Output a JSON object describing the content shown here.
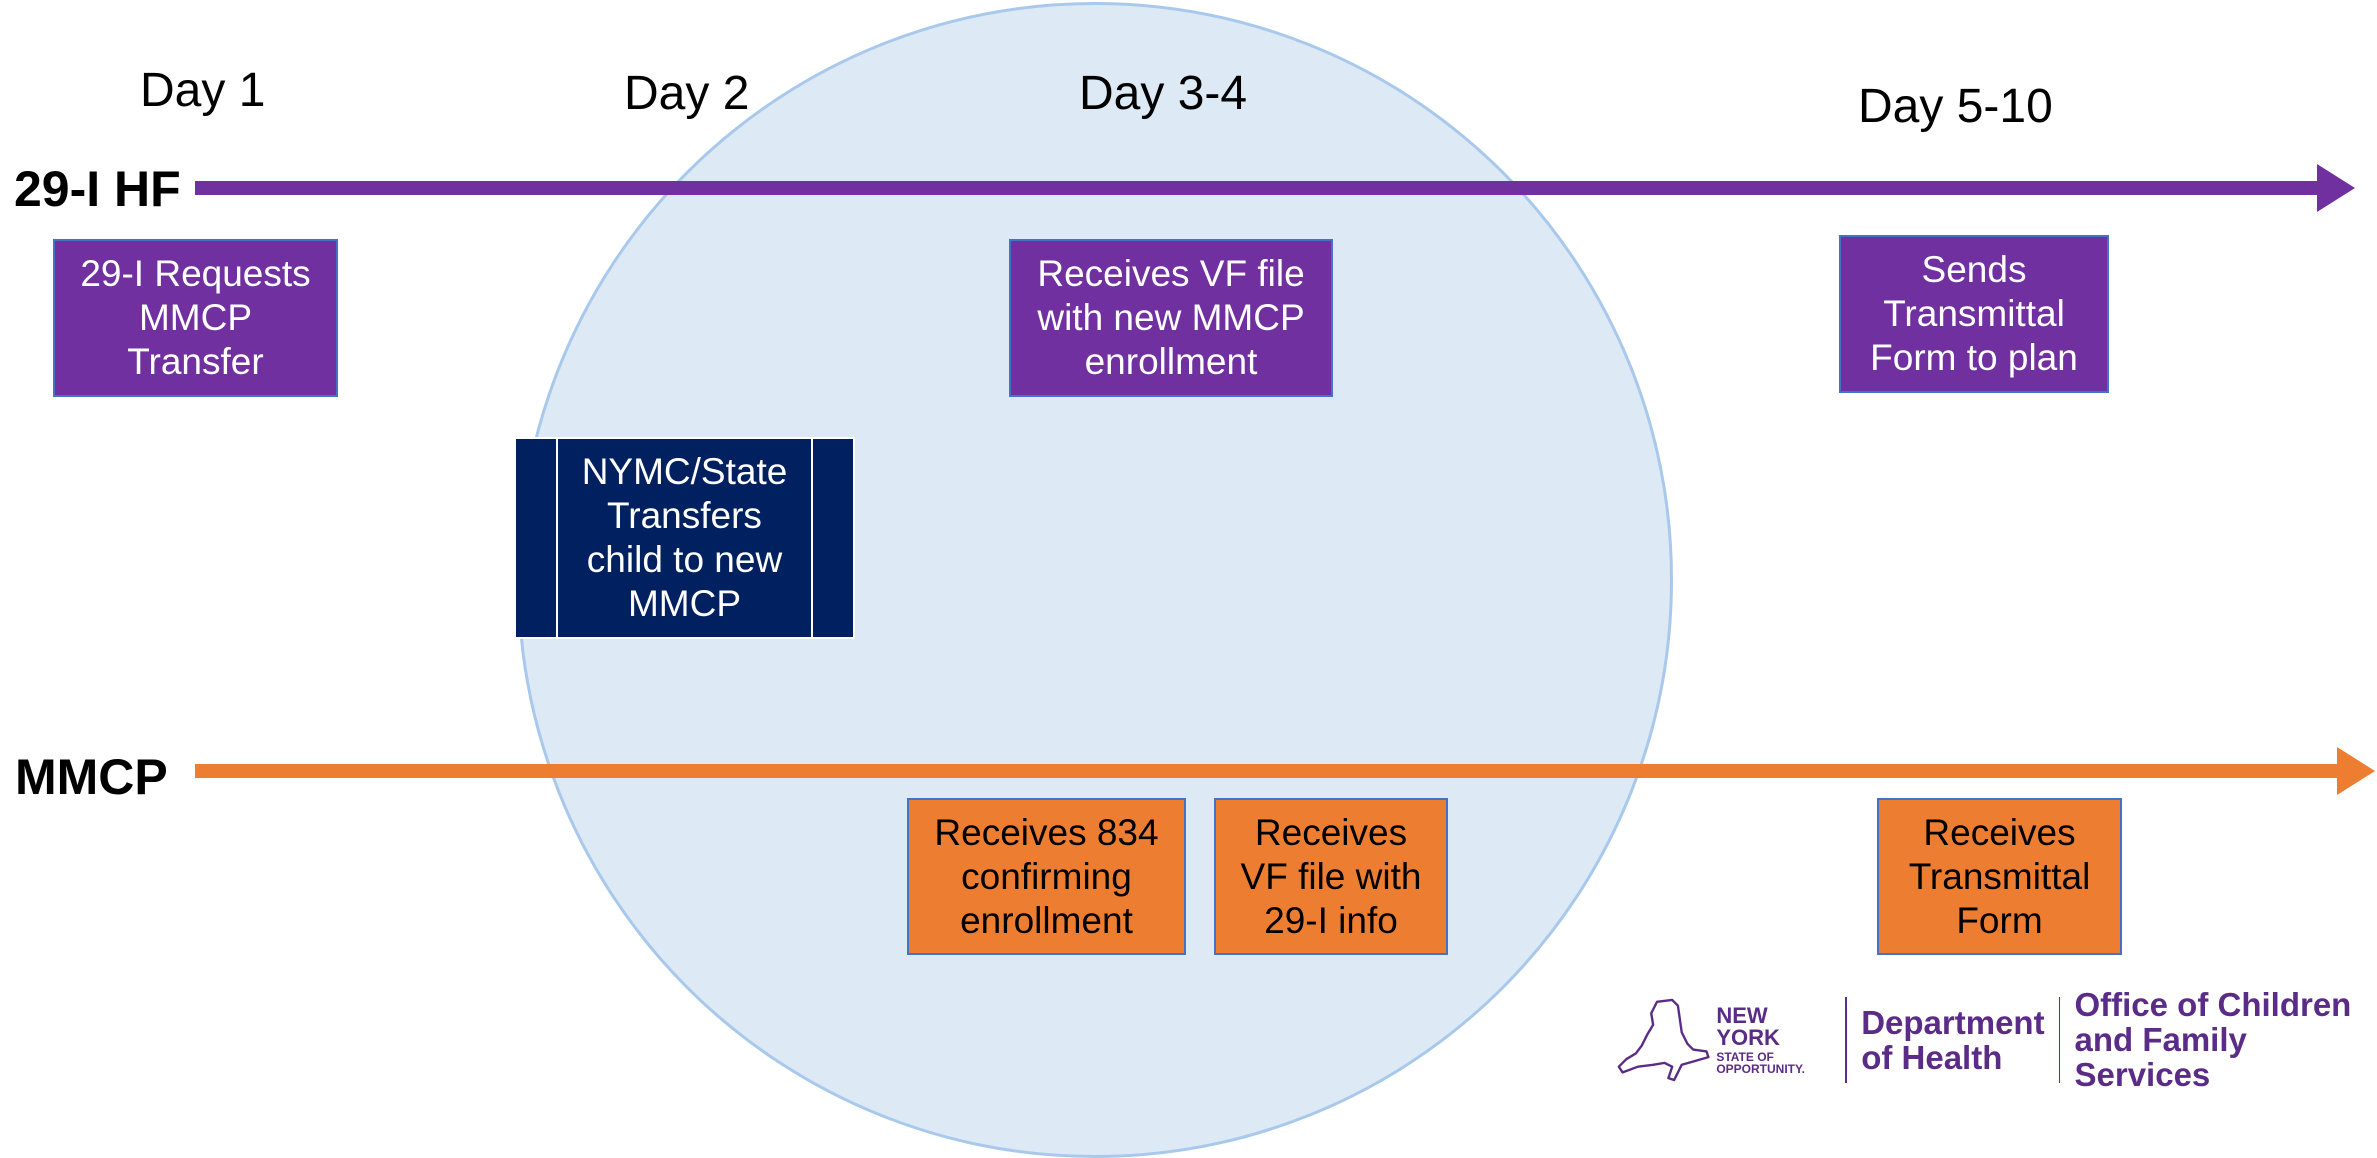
{
  "days": [
    "Day 1",
    "Day 2",
    "Day 3-4",
    "Day 5-10"
  ],
  "rows": {
    "hf_label": "29-I HF",
    "mmcp_label": "MMCP"
  },
  "colors": {
    "hf_arrow": "#7030a0",
    "mmcp_arrow": "#ed7d31",
    "purple_box": "#7030a0",
    "orange_box": "#ed7d31",
    "navy_box": "#002060",
    "circle_fill": "#dde9f5"
  },
  "hf_steps": [
    [
      "29-I Requests",
      "MMCP",
      "Transfer"
    ],
    [
      "Receives VF file",
      "with new MMCP",
      "enrollment"
    ],
    [
      "Sends",
      "Transmittal",
      "Form to plan"
    ]
  ],
  "state_step": [
    "NYMC/State",
    "Transfers",
    "child to new",
    "MMCP"
  ],
  "mmcp_steps": [
    [
      "Receives 834",
      "confirming",
      "enrollment"
    ],
    [
      "Receives",
      "VF file with",
      "29-I info"
    ],
    [
      "Receives",
      "Transmittal",
      "Form"
    ]
  ],
  "footer": {
    "ny_line1": "NEW YORK",
    "ny_line2": "STATE OF",
    "ny_line3": "OPPORTUNITY.",
    "doh_line1": "Department",
    "doh_line2": "of Health",
    "ocfs_line1": "Office of Children",
    "ocfs_line2": "and Family Services"
  }
}
